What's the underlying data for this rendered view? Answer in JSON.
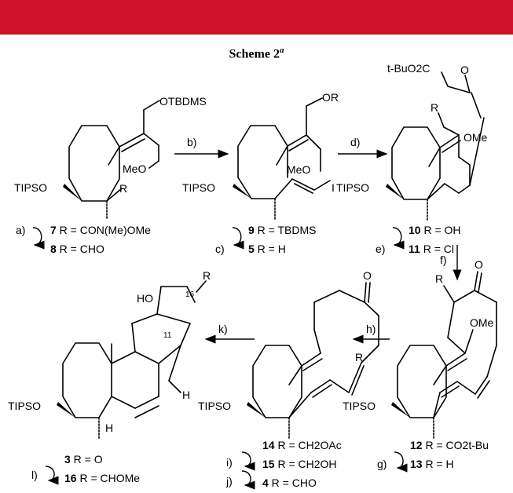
{
  "colors": {
    "accent_bar": "#d0112b"
  },
  "header": {
    "title": "Scheme 2",
    "title_superscript": "a"
  },
  "substituents": {
    "tips": "TIPSO",
    "otbdms": "OTBDMS",
    "meo": "MeO",
    "ome": "OMe",
    "or": "OR",
    "r": "R",
    "iodo": "I",
    "tbuo2c": "t-BuO2C",
    "ho": "HO",
    "h": "H",
    "c16": "16",
    "c11": "11",
    "o": "O"
  },
  "steps": {
    "b": "b)",
    "d": "d)",
    "f": "f)",
    "h": "h)",
    "k": "k)",
    "a": "a)",
    "c": "c)",
    "e": "e)",
    "g": "g)",
    "i": "i)",
    "j": "j)",
    "l": "l)"
  },
  "compounds": {
    "c7": {
      "num": "7",
      "text": " R = CON(Me)OMe"
    },
    "c8": {
      "num": "8",
      "text": " R = CHO"
    },
    "c9": {
      "num": "9",
      "text": " R = TBDMS"
    },
    "c5": {
      "num": "5",
      "text": " R = H"
    },
    "c10": {
      "num": "10",
      "text": " R = OH"
    },
    "c11": {
      "num": "11",
      "text": " R = Cl"
    },
    "c12": {
      "num": "12",
      "text": " R = CO2t-Bu"
    },
    "c13": {
      "num": "13",
      "text": " R = H"
    },
    "c14": {
      "num": "14",
      "text": " R = CH2OAc"
    },
    "c15": {
      "num": "15",
      "text": " R = CH2OH"
    },
    "c4": {
      "num": "4",
      "text": "  R = CHO"
    },
    "c3": {
      "num": "3",
      "text": "  R = O"
    },
    "c16": {
      "num": "16",
      "text": " R = CHOMe"
    }
  }
}
